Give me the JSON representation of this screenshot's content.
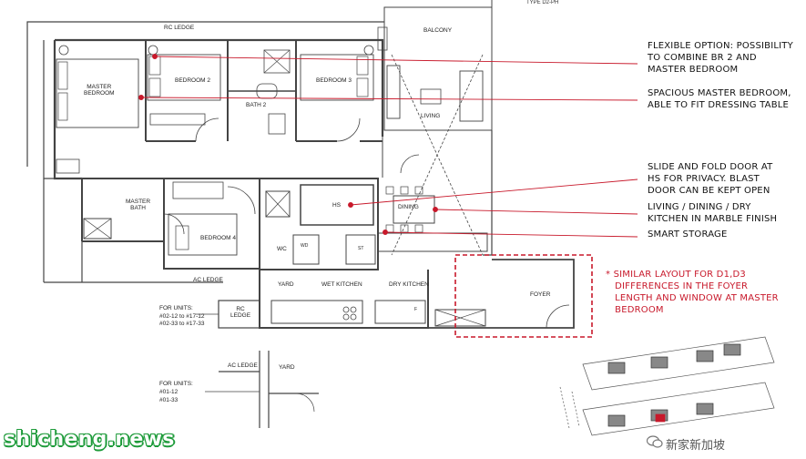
{
  "header": {
    "type_label": "TYPE D2-PH"
  },
  "rooms": {
    "rc_ledge_top": "RC LEDGE",
    "balcony": "BALCONY",
    "master_bedroom": "MASTER\nBEDROOM",
    "bedroom_2": "BEDROOM 2",
    "bedroom_3": "BEDROOM 3",
    "bath_2": "BATH 2",
    "living": "LIVING",
    "master_bath": "MASTER\nBATH",
    "bedroom_4": "BEDROOM 4",
    "hs": "HS",
    "dining": "DINING",
    "wc": "WC",
    "wd": "WD",
    "st": "ST",
    "ac_ledge": "AC LEDGE",
    "yard": "YARD",
    "wet_kitchen": "WET KITCHEN",
    "dry_kitchen": "DRY KITCHEN",
    "foyer": "FOYER",
    "rc_ledge_bottom": "RC\nLEDGE",
    "f_label": "F"
  },
  "units_note": {
    "label": "FOR UNITS:",
    "line1": "#02-12 to #17-12",
    "line2": "#02-33 to #17-33"
  },
  "inset": {
    "ac_ledge": "AC LEDGE",
    "yard": "YARD",
    "units_label": "FOR UNITS:",
    "unit1": "#01-12",
    "unit2": "#01-33"
  },
  "annotations": [
    {
      "text": "FLEXIBLE OPTION: POSSIBILITY\nTO COMBINE BR 2 AND\nMASTER BEDROOM"
    },
    {
      "text": "SPACIOUS MASTER BEDROOM,\nABLE TO FIT DRESSING TABLE"
    },
    {
      "text": "SLIDE AND FOLD DOOR AT\nHS FOR PRIVACY. BLAST\nDOOR CAN BE KEPT OPEN"
    },
    {
      "text": "LIVING / DINING / DRY\nKITCHEN IN MARBLE FINISH"
    },
    {
      "text": "SMART STORAGE"
    }
  ],
  "red_note": "* SIMILAR LAYOUT FOR D1,D3\n   DIFFERENCES IN THE FOYER\n   LENGTH AND WINDOW AT MASTER\n   BEDROOM",
  "watermark": {
    "left": "shicheng.news",
    "right": "新家新加坡"
  },
  "colors": {
    "accent_red": "#c8192b",
    "line_dark": "#444444",
    "watermark_green": "#1e9b3a"
  }
}
